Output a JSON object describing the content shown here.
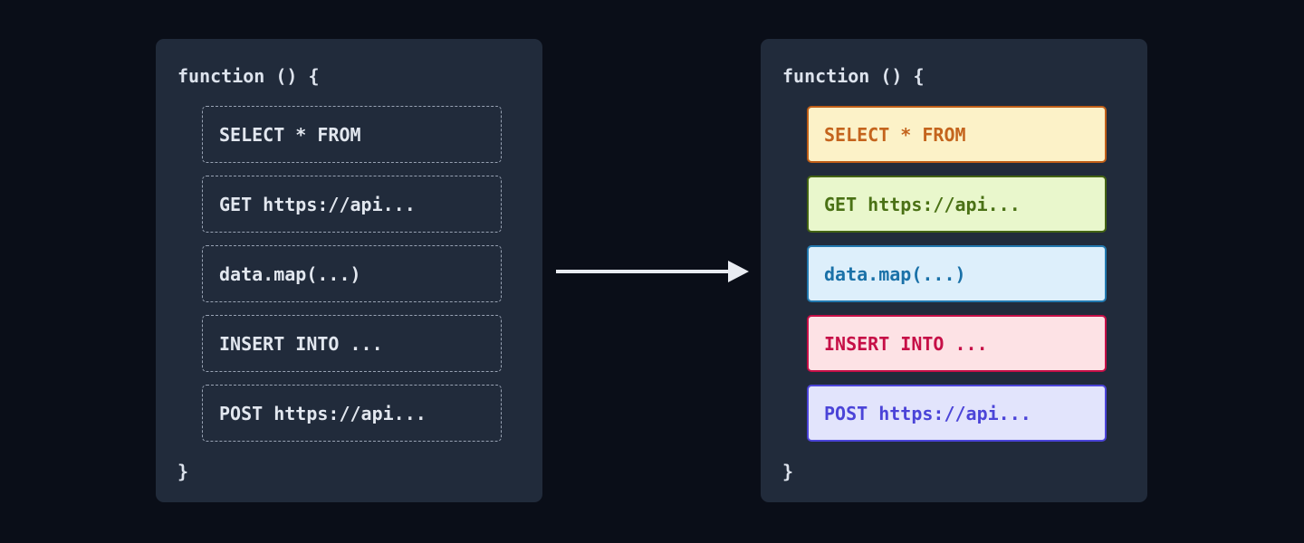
{
  "diagram": {
    "colors": {
      "page_bg": "#0a0e18",
      "panel_bg": "#212b3b",
      "code_text": "#dde3ed",
      "dashed_border": "#98a2b3",
      "arrow": "#e9ecf2"
    },
    "left_panel": {
      "function_open": "function () {",
      "function_close": "}",
      "items": [
        {
          "label": "SELECT * FROM"
        },
        {
          "label": "GET https://api..."
        },
        {
          "label": "data.map(...)"
        },
        {
          "label": "INSERT INTO ..."
        },
        {
          "label": "POST https://api..."
        }
      ]
    },
    "right_panel": {
      "function_open": "function () {",
      "function_close": "}",
      "items": [
        {
          "label": "SELECT * FROM",
          "bg": "#fcf2c8",
          "border": "#bf5e17",
          "text": "#c4641d"
        },
        {
          "label": "GET https://api...",
          "bg": "#e9f7cc",
          "border": "#436313",
          "text": "#4a7115"
        },
        {
          "label": "data.map(...)",
          "bg": "#ddeffb",
          "border": "#2278ae",
          "text": "#1a71a8"
        },
        {
          "label": "INSERT INTO ...",
          "bg": "#fde2e5",
          "border": "#c60f47",
          "text": "#c60f47"
        },
        {
          "label": "POST https://api...",
          "bg": "#e2e4fc",
          "border": "#4b44d8",
          "text": "#4b44d8"
        }
      ]
    }
  }
}
